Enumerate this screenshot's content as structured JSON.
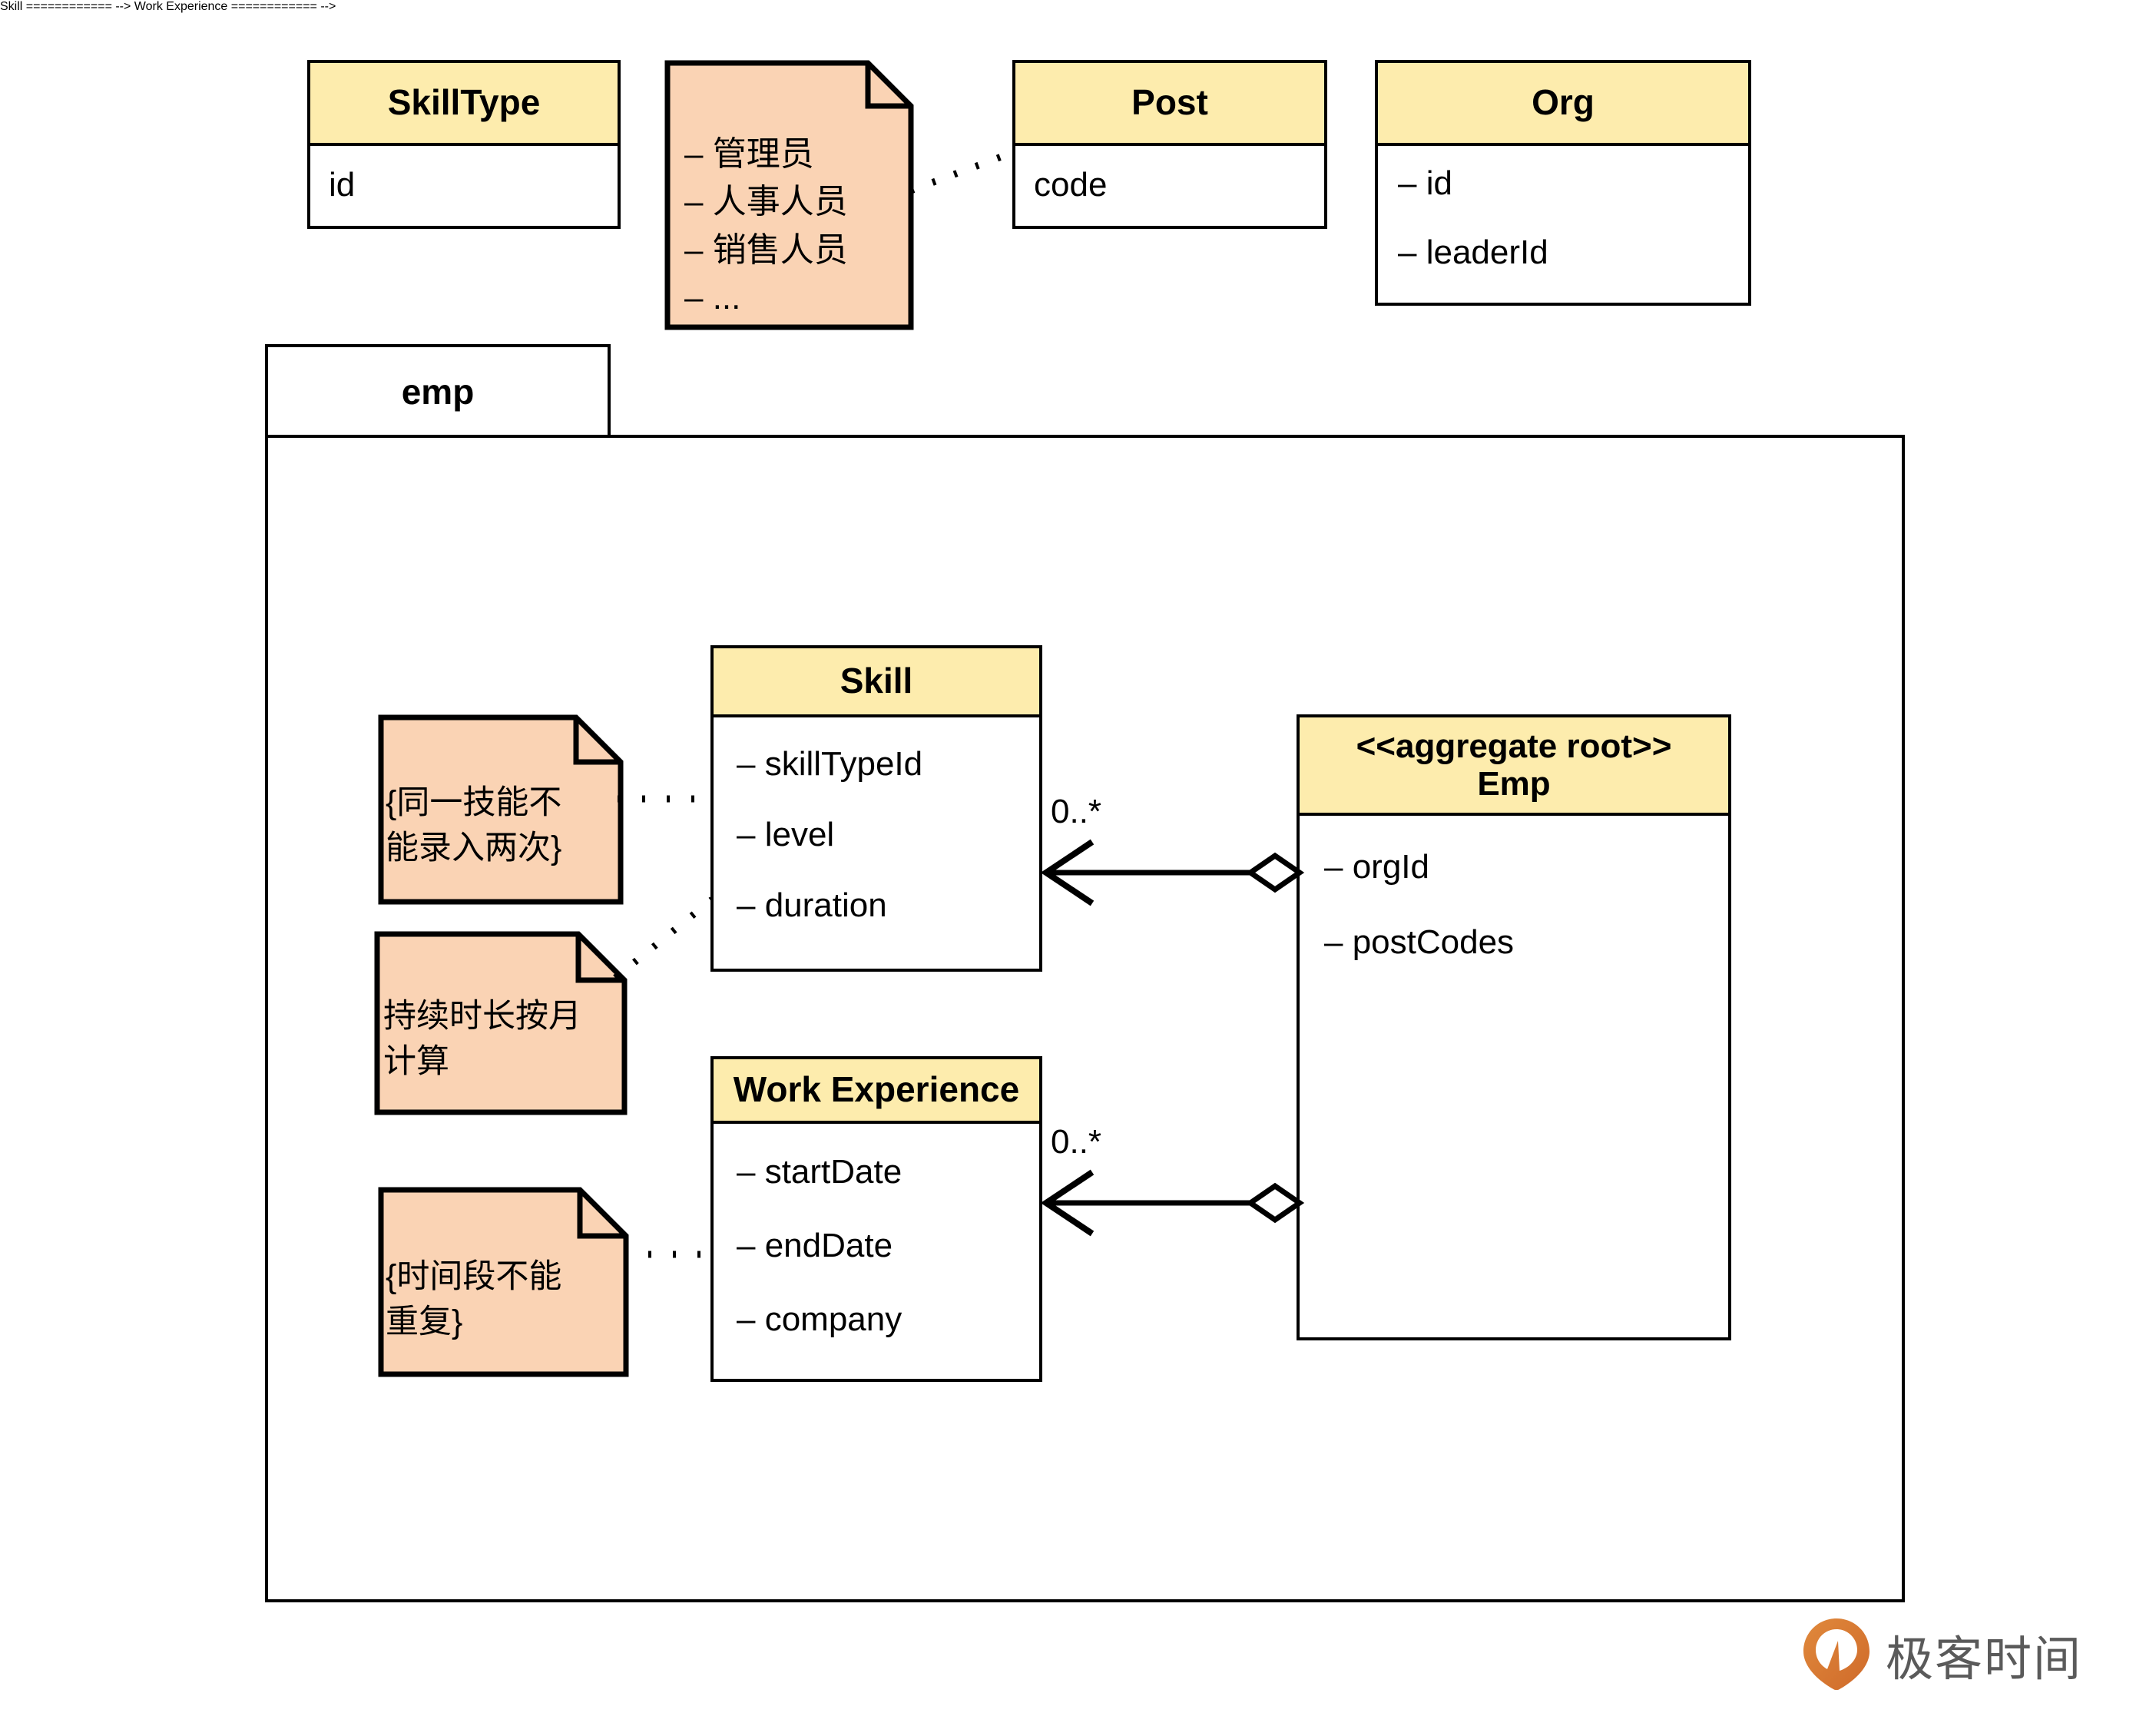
{
  "diagram": {
    "type": "uml-class-diagram",
    "package": {
      "name": "emp"
    },
    "classes": [
      {
        "id": "skilltype",
        "name": "SkillType",
        "stereotype": "",
        "attributes": [
          "id"
        ]
      },
      {
        "id": "post",
        "name": "Post",
        "stereotype": "",
        "attributes": [
          "code"
        ]
      },
      {
        "id": "org",
        "name": "Org",
        "stereotype": "",
        "attributes": [
          "– id",
          "– leaderId"
        ]
      },
      {
        "id": "skill",
        "name": "Skill",
        "stereotype": "",
        "attributes": [
          "– skillTypeId",
          "– level",
          "– duration"
        ]
      },
      {
        "id": "workexperience",
        "name": "Work Experience",
        "stereotype": "",
        "attributes": [
          "– startDate",
          "– endDate",
          "– company"
        ]
      },
      {
        "id": "emp",
        "name": "Emp",
        "stereotype": "<<aggregate root>>",
        "attributes": [
          "– orgId",
          "– postCodes"
        ]
      }
    ],
    "notes": [
      {
        "id": "post-values-note",
        "text": "– 管理员\n– 人事人员\n– 销售人员\n– ..."
      },
      {
        "id": "skill-unique-note",
        "text": "{同一技能不\n能录入两次}"
      },
      {
        "id": "duration-month-note",
        "text": "持续时长按月\n计算"
      },
      {
        "id": "period-unique-note",
        "text": "{时间段不能\n重复}"
      }
    ],
    "associations": [
      {
        "id": "emp-skill",
        "from": "emp",
        "to": "skill",
        "multiplicity": "0..*",
        "source_decoration": "open-diamond",
        "target_decoration": "open-arrow"
      },
      {
        "id": "emp-workexperience",
        "from": "emp",
        "to": "workexperience",
        "multiplicity": "0..*",
        "source_decoration": "open-diamond",
        "target_decoration": "open-arrow"
      }
    ]
  },
  "brand": {
    "name": "极客时间",
    "logo_icon": "geekbang-pin-icon"
  },
  "colors": {
    "header_fill": "#fdecad",
    "note_fill": "#fad3b4",
    "stroke": "#000000",
    "brand_orange": "#d9782d",
    "brand_text": "#5a5a5a"
  }
}
